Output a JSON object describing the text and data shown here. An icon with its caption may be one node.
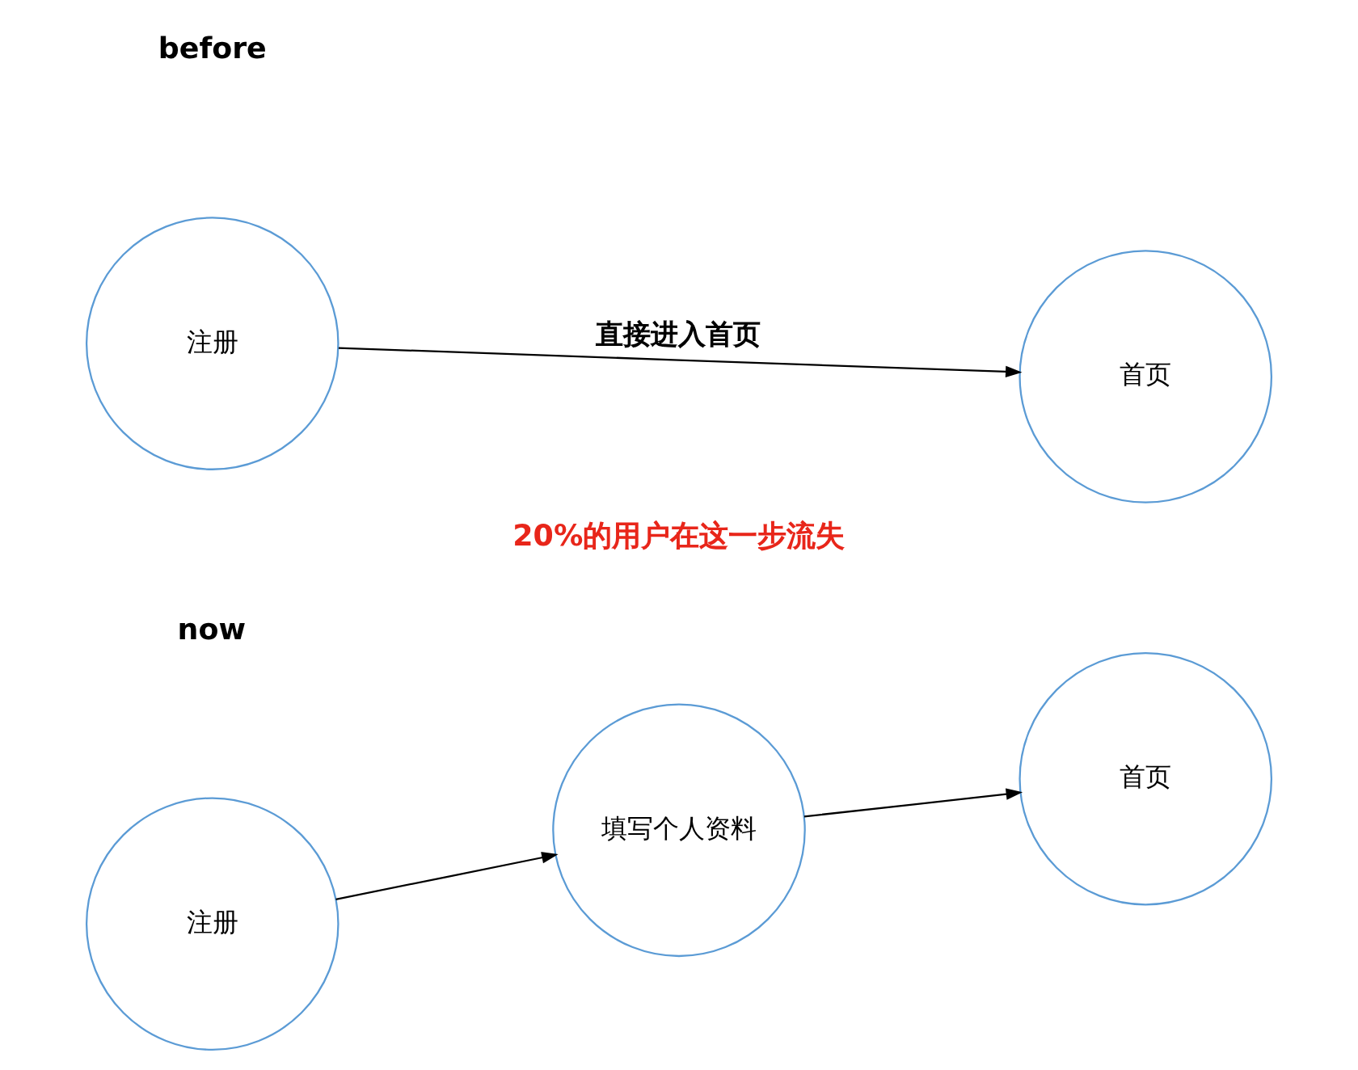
{
  "diagram": {
    "nodes": [
      {
        "text": [
          "注册"
        ]
      },
      {
        "text": [
          "首页"
        ]
      },
      {
        "text": [
          "注册"
        ]
      },
      {
        "text": [
          "填写个人资料"
        ]
      },
      {
        "text": [
          "首页"
        ]
      }
    ],
    "edges": [
      {
        "from": 0,
        "to": 1,
        "arrow": "to",
        "label": "直接进入首页"
      },
      {
        "from": 2,
        "to": 3,
        "arrow": "to"
      },
      {
        "from": 3,
        "to": 4,
        "arrow": "to"
      }
    ],
    "labels": [
      "before",
      "now",
      "20%的用户在这一步流失"
    ]
  }
}
